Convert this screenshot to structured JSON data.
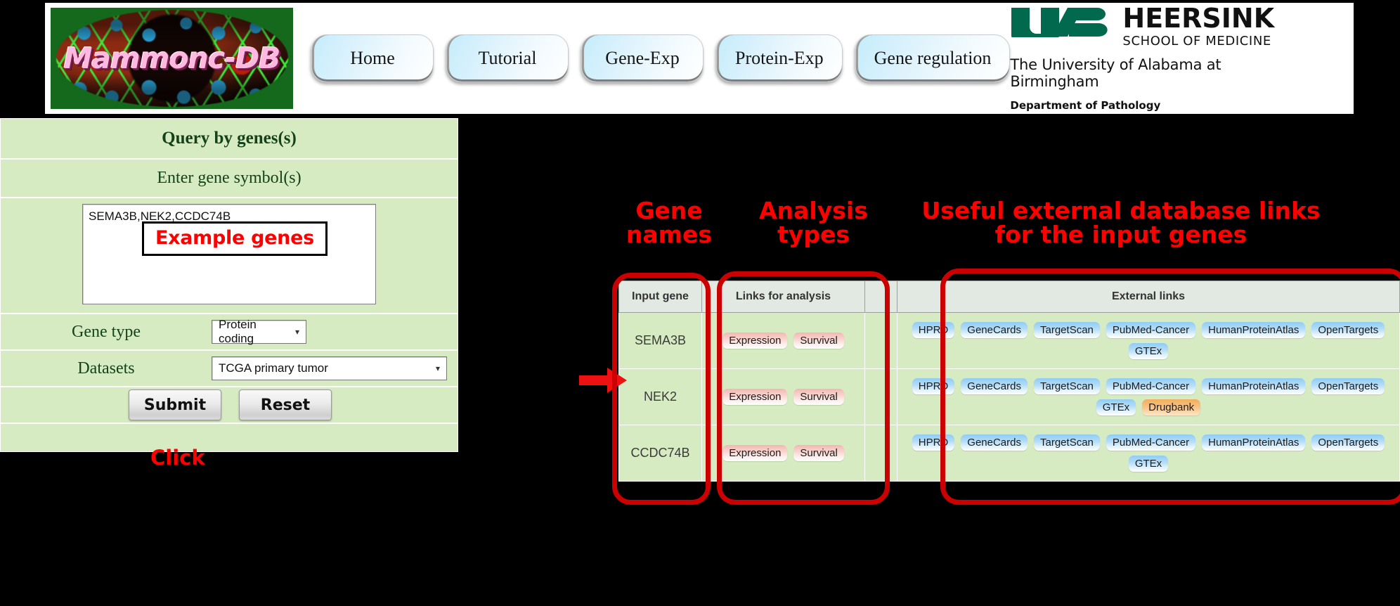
{
  "header": {
    "logo_text": "Mammonc-DB",
    "nav": [
      {
        "label": "Home"
      },
      {
        "label": "Tutorial"
      },
      {
        "label": "Gene-Exp"
      },
      {
        "label": "Protein-Exp"
      },
      {
        "label": "Gene regulation"
      }
    ],
    "uab": {
      "mark": "UAB",
      "heersink": "HEERSINK",
      "school": "SCHOOL OF MEDICINE",
      "university": "The University of Alabama at Birmingham",
      "department": "Department of Pathology",
      "green": "#00694e"
    }
  },
  "query": {
    "title": "Query by genes(s)",
    "subtitle": "Enter gene symbol(s)",
    "textarea_value": "SEMA3B,NEK2,CCDC74B",
    "gene_type_label": "Gene type",
    "gene_type_value": "Protein coding",
    "datasets_label": "Datasets",
    "datasets_value": "TCGA primary tumor",
    "submit_label": "Submit",
    "reset_label": "Reset"
  },
  "annotations": {
    "example_genes": "Example genes",
    "click": "Click",
    "gene_names": "Gene\nnames",
    "gene_names_l1": "Gene",
    "gene_names_l2": "names",
    "analysis_types_l1": "Analysis",
    "analysis_types_l2": "types",
    "external_l1": "Useful external database links",
    "external_l2": "for the input genes",
    "color": "#fd0000"
  },
  "results": {
    "columns": [
      "Input gene",
      "Links for analysis",
      "",
      "External links"
    ],
    "rows": [
      {
        "gene": "SEMA3B",
        "analysis": [
          "Expression",
          "Survival"
        ],
        "external": [
          "HPRD",
          "GeneCards",
          "TargetScan",
          "PubMed-Cancer",
          "HumanProteinAtlas",
          "OpenTargets",
          "GTEx"
        ],
        "external_highlight": []
      },
      {
        "gene": "NEK2",
        "analysis": [
          "Expression",
          "Survival"
        ],
        "external": [
          "HPRD",
          "GeneCards",
          "TargetScan",
          "PubMed-Cancer",
          "HumanProteinAtlas",
          "OpenTargets",
          "GTEx",
          "Drugbank"
        ],
        "external_highlight": [
          "Drugbank"
        ]
      },
      {
        "gene": "CCDC74B",
        "analysis": [
          "Expression",
          "Survival"
        ],
        "external": [
          "HPRD",
          "GeneCards",
          "TargetScan",
          "PubMed-Cancer",
          "HumanProteinAtlas",
          "OpenTargets",
          "GTEx"
        ],
        "external_highlight": []
      }
    ]
  }
}
